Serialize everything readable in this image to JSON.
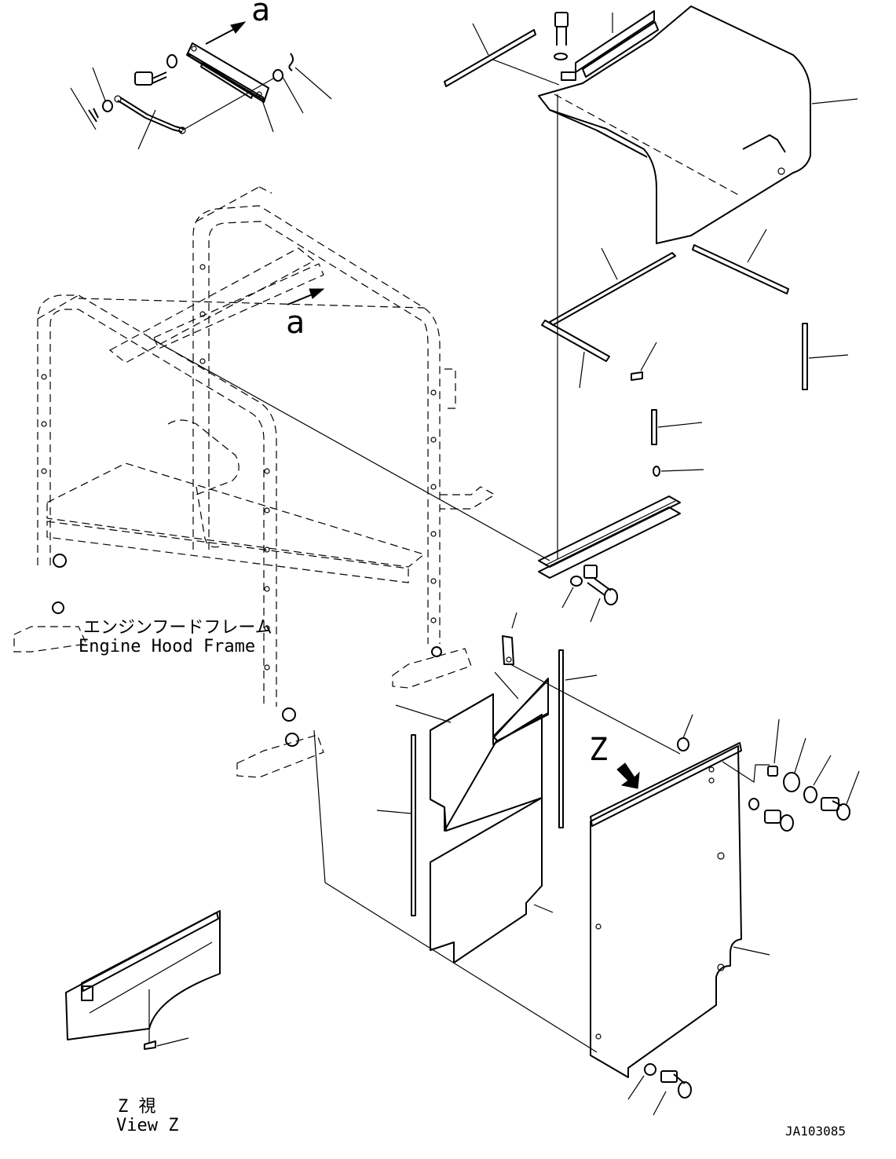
{
  "labels": {
    "view_a_top": "a",
    "view_a_frame": "a",
    "engine_hood_frame_jp": "エンジンフードフレーム",
    "engine_hood_frame_en": "Engine Hood Frame",
    "view_z_marker": "Z",
    "view_z_jp": "Z 視",
    "view_z_en": "View Z",
    "drawing_number": "JA103085"
  },
  "icons": {
    "view_arrow": "arrow-icon"
  }
}
